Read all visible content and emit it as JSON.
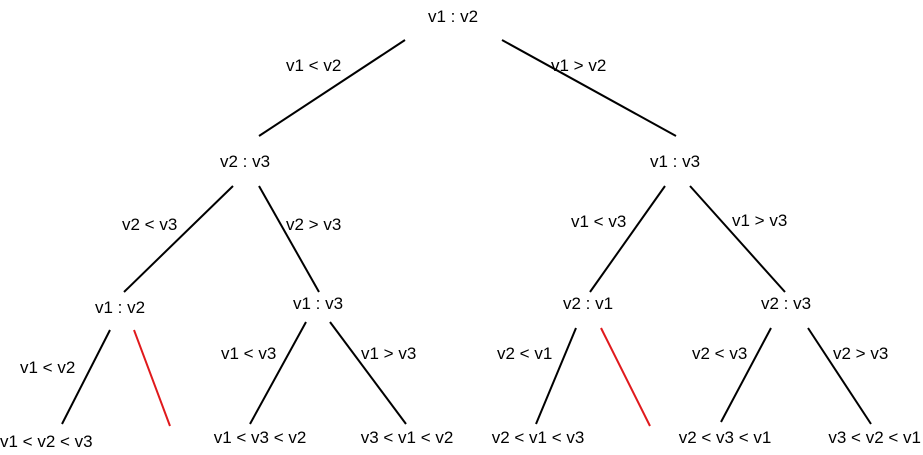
{
  "colors": {
    "edge": "#000000",
    "highlight_edge": "#e0191c",
    "text": "#000000",
    "background": "#ffffff"
  },
  "tree": {
    "root": {
      "label": "v1 : v2"
    },
    "root_left_edge": {
      "label": "v1 < v2"
    },
    "root_right_edge": {
      "label": "v1 > v2"
    },
    "left": {
      "label": "v2 : v3"
    },
    "left_left_edge": {
      "label": "v2 < v3"
    },
    "left_right_edge": {
      "label": "v2 > v3"
    },
    "right": {
      "label": "v1 : v3"
    },
    "right_left_edge": {
      "label": "v1 < v3"
    },
    "right_right_edge": {
      "label": "v1 > v3"
    },
    "ll": {
      "label": "v1 : v2"
    },
    "ll_left_edge": {
      "label": "v1 < v2"
    },
    "ll_leaf": {
      "label": "v1 < v2 < v3"
    },
    "lr": {
      "label": "v1 : v3"
    },
    "lr_left_edge": {
      "label": "v1 < v3"
    },
    "lr_right_edge": {
      "label": "v1 > v3"
    },
    "lr_leaf_left": {
      "label": "v1 < v3 < v2"
    },
    "lr_leaf_right": {
      "label": "v3 < v1 < v2"
    },
    "rl": {
      "label": "v2 : v1"
    },
    "rl_left_edge": {
      "label": "v2 < v1"
    },
    "rl_leaf": {
      "label": "v2 < v1 < v3"
    },
    "rr": {
      "label": "v2 : v3"
    },
    "rr_left_edge": {
      "label": "v2 < v3"
    },
    "rr_right_edge": {
      "label": "v2 > v3"
    },
    "rr_leaf_left": {
      "label": "v2 < v3 < v1"
    },
    "rr_leaf_right": {
      "label": "v3 < v2 < v1"
    }
  }
}
